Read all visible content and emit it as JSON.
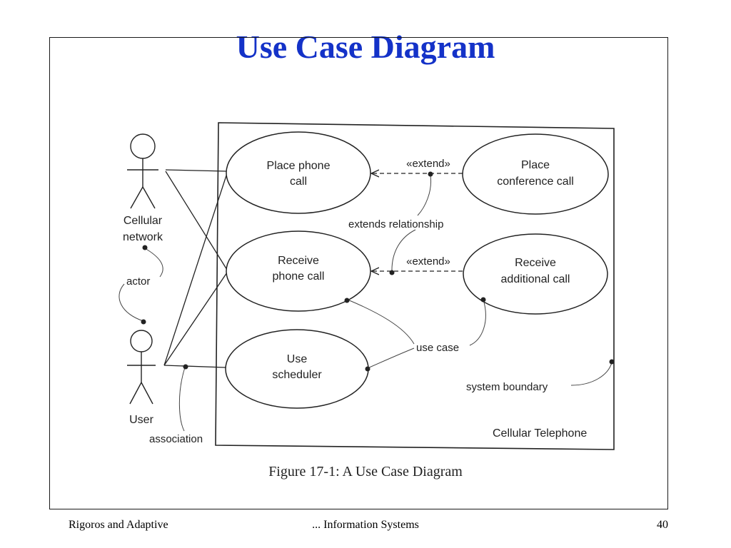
{
  "slide": {
    "title": "Use Case Diagram",
    "title_color": "#1432c8",
    "footer_left": "Rigoros and Adaptive",
    "footer_center": "... Information Systems",
    "footer_right": "40"
  },
  "diagram": {
    "system_name": "Cellular Telephone",
    "caption": "Figure 17-1: A Use Case Diagram",
    "actors": [
      {
        "id": "cellular-network",
        "label_lines": [
          "Cellular",
          "network"
        ]
      },
      {
        "id": "user",
        "label_lines": [
          "User"
        ]
      }
    ],
    "use_cases": [
      {
        "id": "place-phone-call",
        "label_lines": [
          "Place phone",
          "call"
        ]
      },
      {
        "id": "place-conference-call",
        "label_lines": [
          "Place",
          "conference call"
        ]
      },
      {
        "id": "receive-phone-call",
        "label_lines": [
          "Receive",
          "phone call"
        ]
      },
      {
        "id": "receive-additional-call",
        "label_lines": [
          "Receive",
          "additional call"
        ]
      },
      {
        "id": "use-scheduler",
        "label_lines": [
          "Use",
          "scheduler"
        ]
      }
    ],
    "relationships": [
      {
        "from": "place-conference-call",
        "to": "place-phone-call",
        "type": "extend",
        "label": "«extend»"
      },
      {
        "from": "receive-additional-call",
        "to": "receive-phone-call",
        "type": "extend",
        "label": "«extend»"
      }
    ],
    "associations": [
      {
        "actor": "cellular-network",
        "use_case": "place-phone-call"
      },
      {
        "actor": "cellular-network",
        "use_case": "receive-phone-call"
      },
      {
        "actor": "user",
        "use_case": "place-phone-call"
      },
      {
        "actor": "user",
        "use_case": "receive-phone-call"
      },
      {
        "actor": "user",
        "use_case": "use-scheduler"
      }
    ],
    "annotations": {
      "extends_relationship": "extends relationship",
      "actor": "actor",
      "use_case": "use case",
      "system_boundary": "system boundary",
      "association": "association"
    }
  }
}
